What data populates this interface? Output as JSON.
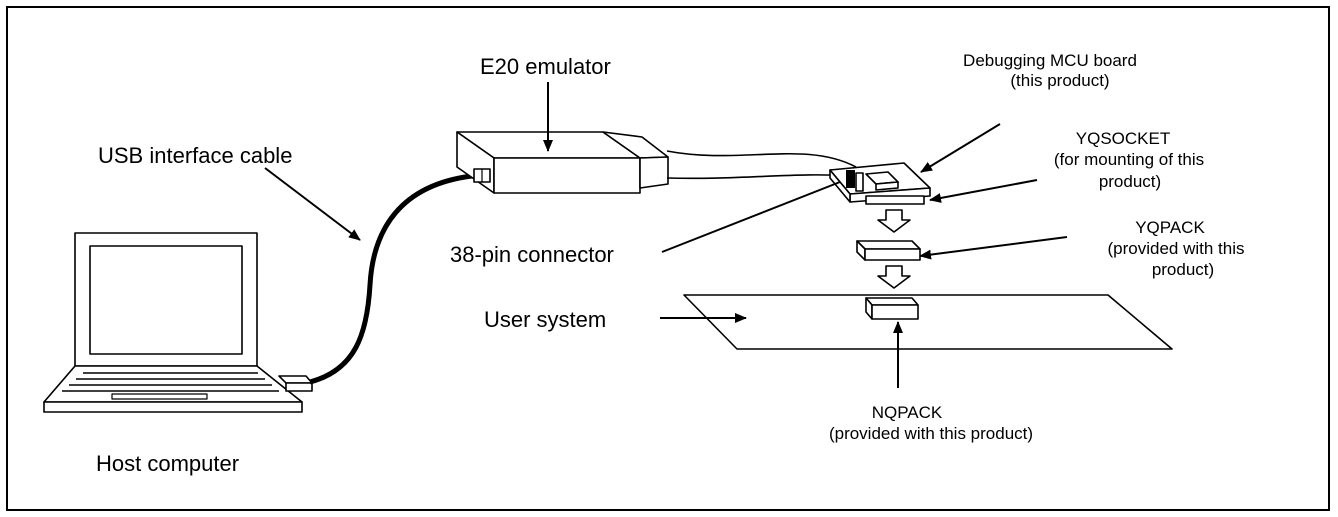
{
  "labels": {
    "e20_emulator": "E20 emulator",
    "usb_cable": "USB interface cable",
    "host_computer": "Host computer",
    "connector_38pin": "38-pin connector",
    "user_system": "User system",
    "debug_board_line1": "Debugging MCU board",
    "debug_board_line2": "(this product)",
    "yqsocket_line1": "YQSOCKET",
    "yqsocket_line2": "(for mounting of  this",
    "yqsocket_line3": "product)",
    "yqpack_line1": "YQPACK",
    "yqpack_line2": "(provided with this",
    "yqpack_line3": "product)",
    "nqpack_line1": "NQPACK",
    "nqpack_line2": "(provided with this product)"
  }
}
